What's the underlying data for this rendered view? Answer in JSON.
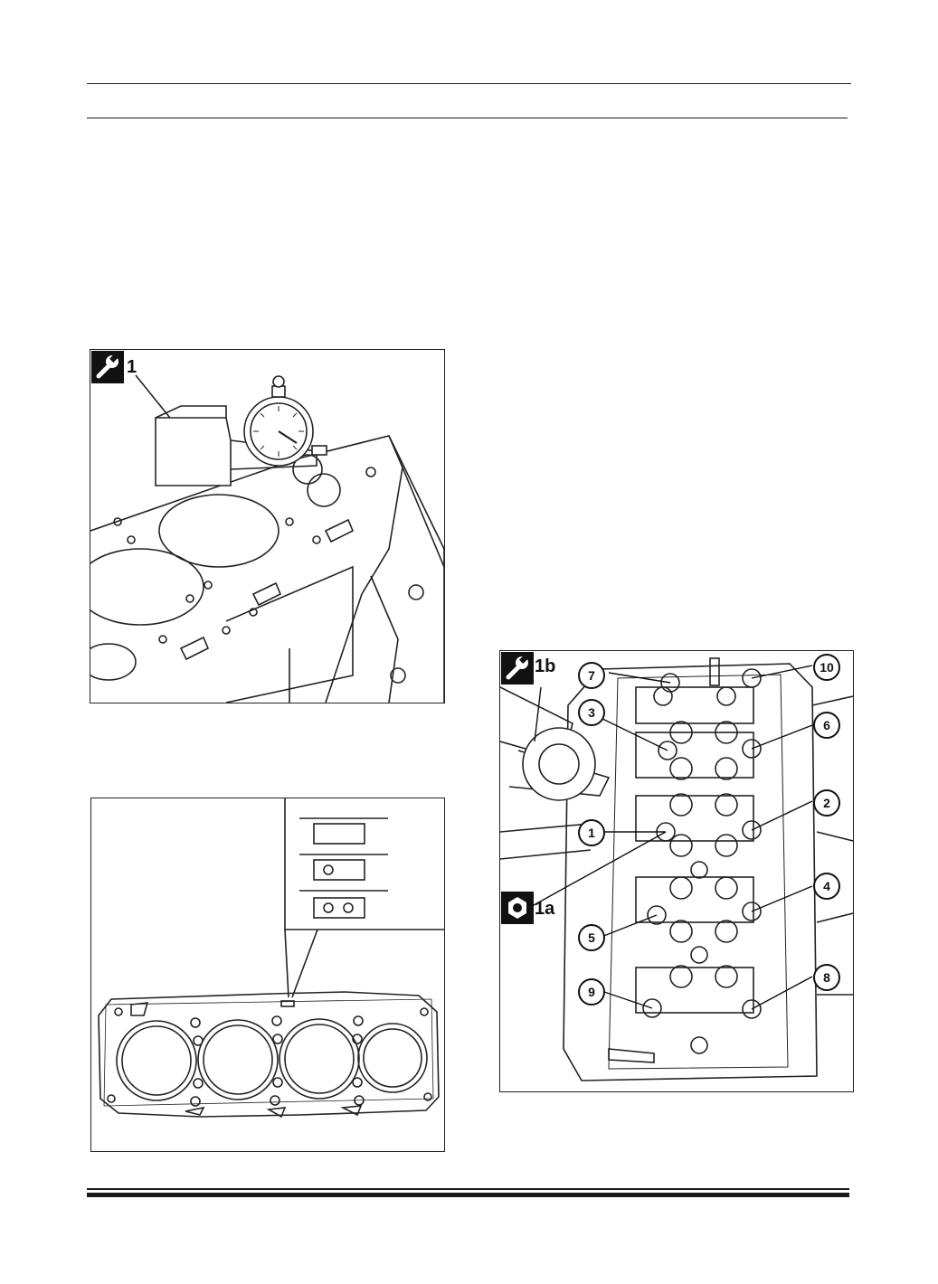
{
  "figure1": {
    "callout": "1"
  },
  "figure3": {
    "callouts": {
      "a": "1a",
      "b": "1b"
    },
    "sequence": [
      "1",
      "2",
      "3",
      "4",
      "5",
      "6",
      "7",
      "8",
      "9",
      "10"
    ]
  },
  "icons": [
    "wrench-icon",
    "socket-icon"
  ]
}
